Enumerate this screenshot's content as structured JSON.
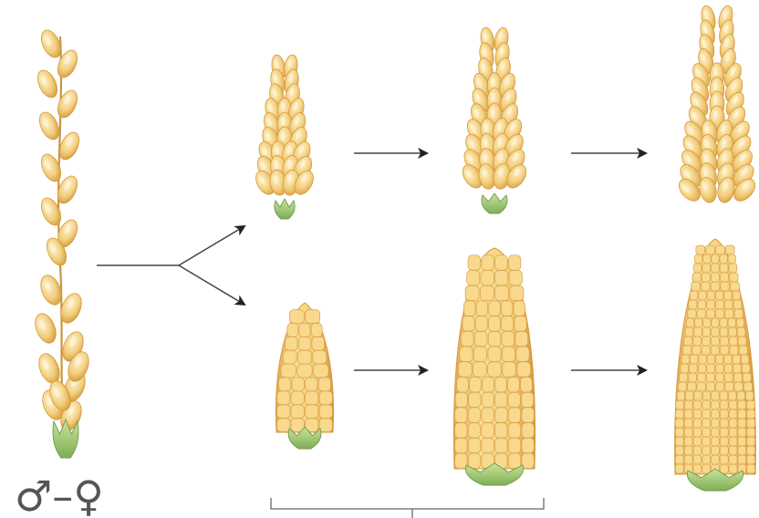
{
  "diagram": {
    "sex_symbol_label": "♂–♀",
    "colors": {
      "kernel_fill": "#F2CE7E",
      "kernel_light": "#FCE7B0",
      "kernel_edge": "#D49A3C",
      "husk_green": "#A9CF7C",
      "husk_edge": "#6E9A4A",
      "arrow": "#222222",
      "bracket": "#555555"
    },
    "icons": [
      "male-female-symbol",
      "arrow-right",
      "branch-arrow"
    ]
  }
}
